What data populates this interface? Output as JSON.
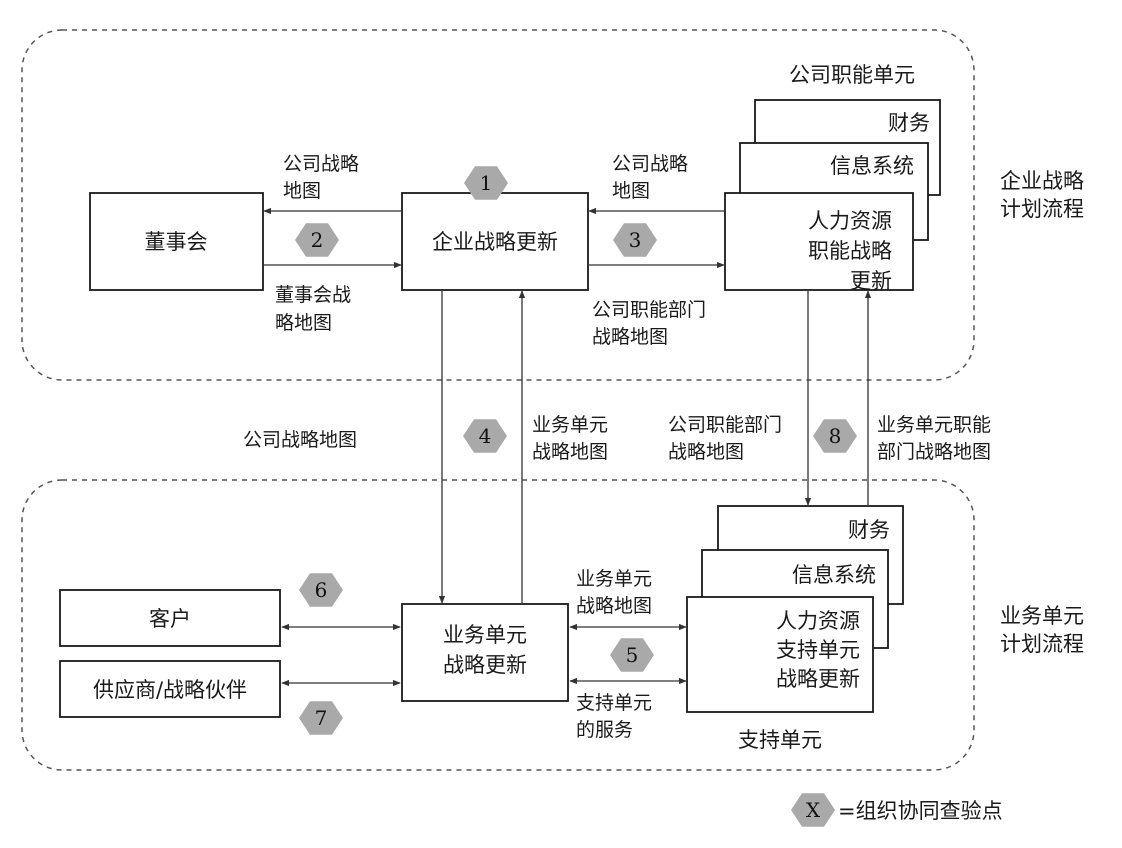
{
  "zones": {
    "corporate": "企业战略计划流程",
    "business_unit": "业务单元计划流程"
  },
  "boxes": {
    "board": "董事会",
    "corp_update": "企业战略更新",
    "corp_functions_title": "公司职能单元",
    "corp_finance": "财务",
    "corp_it": "信息系统",
    "corp_hr": "人力资源职能战略更新",
    "customer": "客户",
    "supplier": "供应商/战略伙伴",
    "bu_update": "业务单元战略更新",
    "bu_finance": "财务",
    "bu_it": "信息系统",
    "bu_hr": "人力资源支持单元战略更新",
    "support_title": "支持单元"
  },
  "flows": {
    "board_out": "公司战略地图",
    "board_in": "董事会战略地图",
    "func_in": "公司战略地图",
    "func_out": "公司职能部门战略地图",
    "corp_down": "公司战略地图",
    "bu_up": "业务单元战略地图",
    "func_down": "公司职能部门战略地图",
    "func_up": "业务单元职能部门战略地图",
    "support_in": "业务单元战略地图",
    "support_out": "支持单元的服务"
  },
  "checkpoints": [
    "1",
    "2",
    "3",
    "4",
    "5",
    "6",
    "7",
    "8"
  ],
  "legend": {
    "symbol": "X",
    "text": "=组织协同查验点"
  },
  "colors": {
    "checkpoint_fill": "#a9a9a9",
    "line": "#333333",
    "box_border": "#1a1a1a"
  }
}
